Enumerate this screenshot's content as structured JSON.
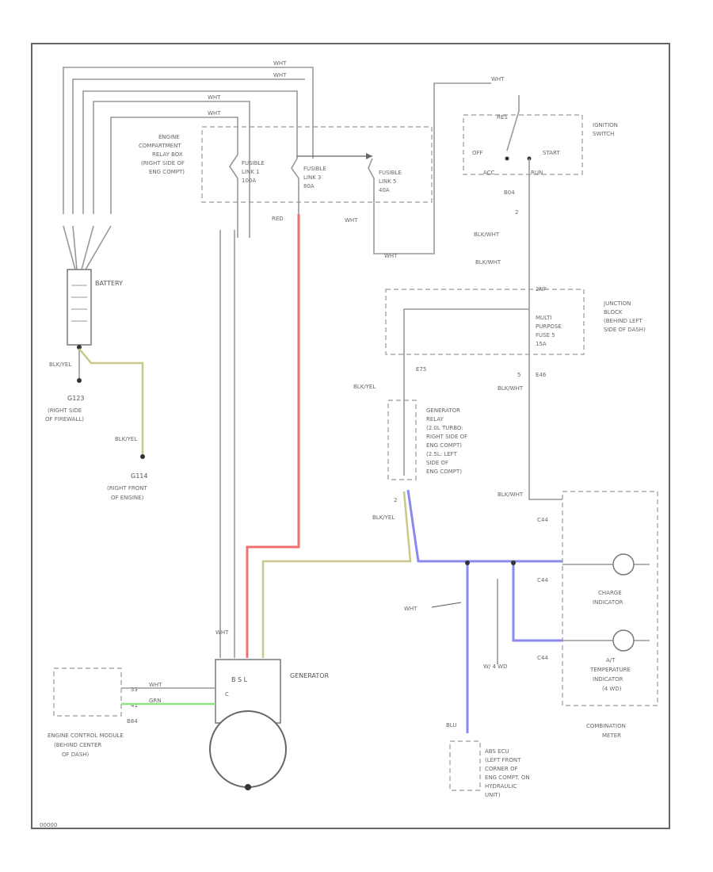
{
  "battery": {
    "label": "BATTERY",
    "ground_wire": "BLK/YEL",
    "ground_a": "G123",
    "ground_a_loc": [
      "(RIGHT SIDE",
      "OF FIREWALL)"
    ],
    "ground_b_wire": "BLK/YEL",
    "ground_b": "G114",
    "ground_b_loc": [
      "(RIGHT FRONT",
      "OF ENGINE)"
    ]
  },
  "relay_box": {
    "label": [
      "ENGINE",
      "COMPARTMENT",
      "RELAY BOX",
      "(RIGHT SIDE OF",
      "ENG COMPT)"
    ]
  },
  "fusible_links": [
    {
      "label": [
        "FUSIBLE",
        "LINK 1",
        "100A"
      ]
    },
    {
      "label": [
        "FUSIBLE",
        "LINK 3",
        "80A"
      ]
    },
    {
      "label": [
        "FUSIBLE",
        "LINK 5",
        "40A"
      ]
    }
  ],
  "wire_labels": {
    "whi_top1": "WHT",
    "whi_top2": "WHT",
    "whi_top3": "WHT",
    "whi_top4": "WHT",
    "red": "RED",
    "wht_b": "WHT",
    "wht_c": "WHT",
    "wht_d": "WHT",
    "blk_wht1": "BLK/WHT",
    "blk_wht2": "BLK/WHT",
    "blk_wht3": "BLK/WHT",
    "blk_wht4": "BLK/WHT",
    "blk_yel": "BLK/YEL",
    "blu": "BLU",
    "wht_bt": "WHT",
    "grn": "GRN",
    "whi_top5": "WHT"
  },
  "ignition": {
    "label": [
      "IGNITION",
      "SWITCH"
    ],
    "off": "OFF",
    "start": "START",
    "acc": "ACC",
    "run": "RUN",
    "res": "RES",
    "conn": "B04",
    "pin": "2"
  },
  "junction_block": {
    "label": [
      "JUNCTION",
      "BLOCK",
      "(BEHIND LEFT",
      "SIDE OF DASH)"
    ],
    "fuse": [
      "MULTI",
      "PURPOSE",
      "FUSE 5",
      "15A"
    ],
    "top": "2NF",
    "pin": "5",
    "conn": "E46",
    "left_pin": "E75"
  },
  "gen_relay": {
    "label": [
      "GENERATOR",
      "RELAY",
      "(2.0L TURBO:",
      "RIGHT SIDE OF",
      "ENG COMPT)",
      "(2.5L: LEFT",
      "SIDE OF",
      "ENG COMPT)"
    ],
    "pin": "2"
  },
  "generator": {
    "label": "GENERATOR",
    "terms": "B  S  L",
    "pin": "C"
  },
  "ecm": {
    "label": [
      "ENGINE CONTROL MODULE",
      "(BEHIND CENTER",
      "OF DASH)"
    ],
    "pins": [
      "33",
      "41"
    ],
    "conn": "B84"
  },
  "combination_meter": {
    "label": [
      "COMBINATION",
      "METER"
    ],
    "c": "C44",
    "c2": "C44",
    "c3": "C44",
    "charge": [
      "CHARGE",
      "INDICATOR"
    ],
    "at": [
      "A/T",
      "TEMPERATURE",
      "INDICATOR",
      "(4 WD)"
    ]
  },
  "misc": {
    "hint": "WHT",
    "except": "W/ 4 WD",
    "abs_label": [
      "ABS ECU",
      "(LEFT FRONT",
      "CORNER OF",
      "ENG COMPT. ON",
      "HYDRAULIC",
      "UNIT)"
    ],
    "stamp": "00000"
  }
}
